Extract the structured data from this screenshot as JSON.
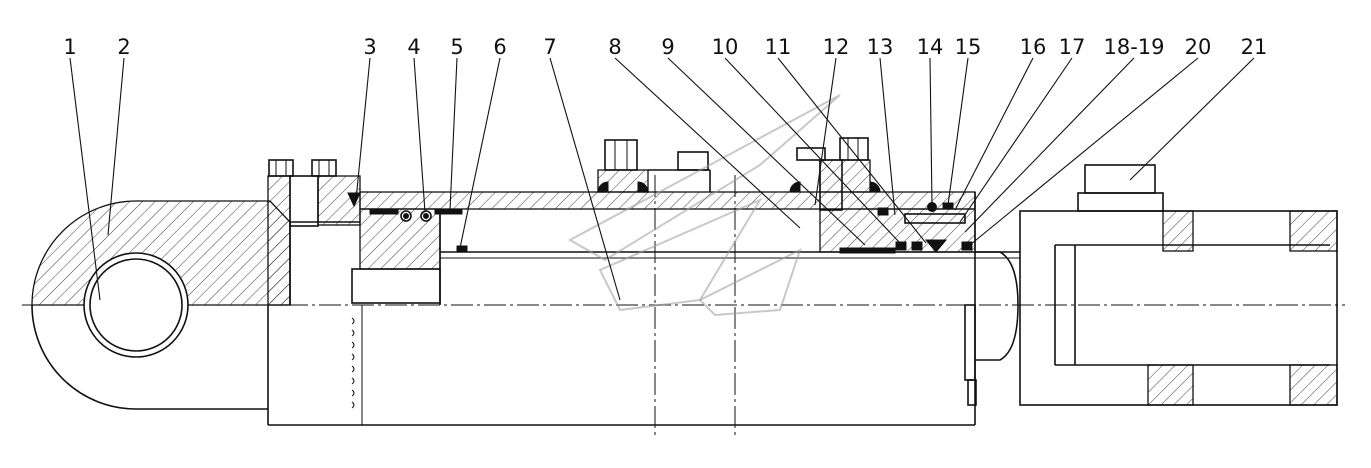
{
  "callouts": [
    "1",
    "2",
    "3",
    "4",
    "5",
    "6",
    "7",
    "8",
    "9",
    "10",
    "11",
    "12",
    "13",
    "14",
    "15",
    "16",
    "17",
    "18-19",
    "20",
    "21"
  ],
  "colors": {
    "line": "#111111",
    "background": "#ffffff",
    "watermark": "#9a9a9a"
  }
}
